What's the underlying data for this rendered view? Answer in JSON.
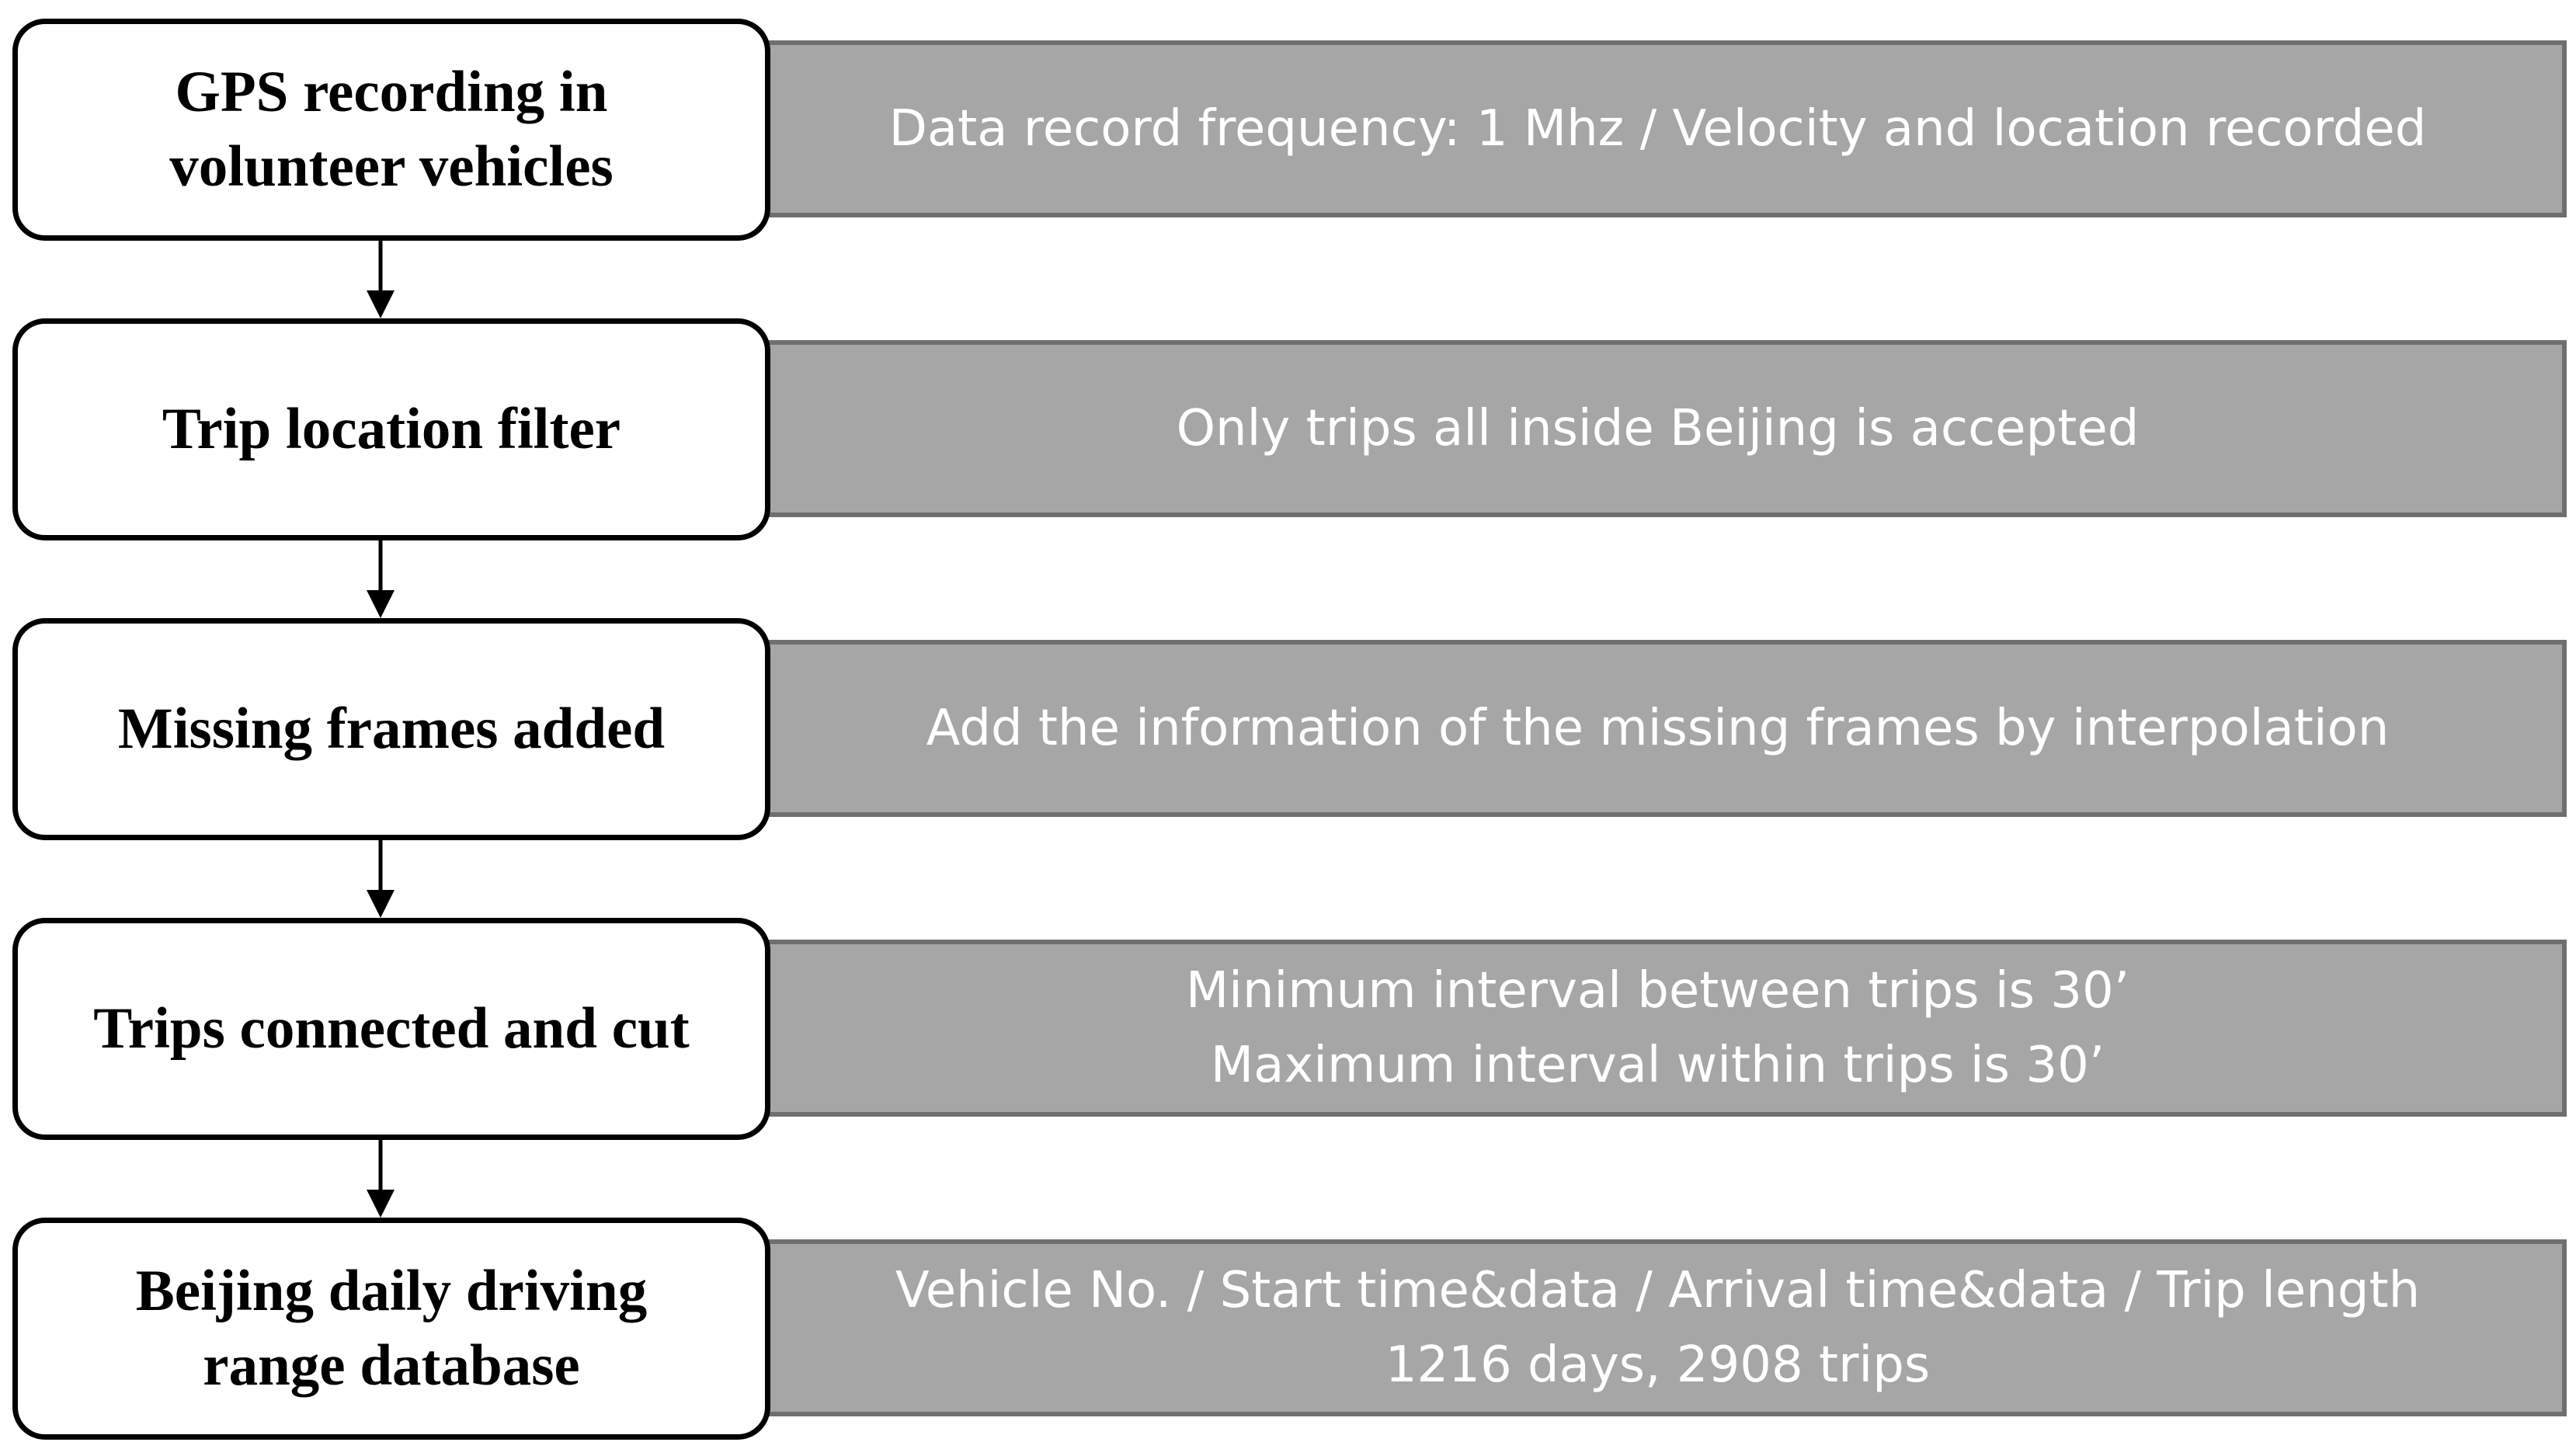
{
  "steps": [
    {
      "lines": [
        "GPS recording in",
        "volunteer vehicles"
      ],
      "detail": [
        "Data record frequency: 1 Mhz / Velocity and location recorded"
      ]
    },
    {
      "lines": [
        "Trip location filter"
      ],
      "detail": [
        "Only trips all inside Beijing is accepted"
      ]
    },
    {
      "lines": [
        "Missing frames added"
      ],
      "detail": [
        "Add the information of the missing frames by interpolation"
      ]
    },
    {
      "lines": [
        "Trips connected and cut"
      ],
      "detail": [
        "Minimum interval between trips is 30’",
        "Maximum interval within trips is 30’"
      ]
    },
    {
      "lines": [
        "Beijing daily driving",
        "range database"
      ],
      "detail": [
        "Vehicle No. / Start time&data / Arrival time&data / Trip length",
        "1216 days, 2908 trips"
      ]
    }
  ],
  "colors": {
    "band_fill": "#a6a6a6",
    "band_border": "#6f6f6f",
    "band_text": "#ffffff",
    "box_border": "#000000",
    "arrow": "#000000"
  }
}
